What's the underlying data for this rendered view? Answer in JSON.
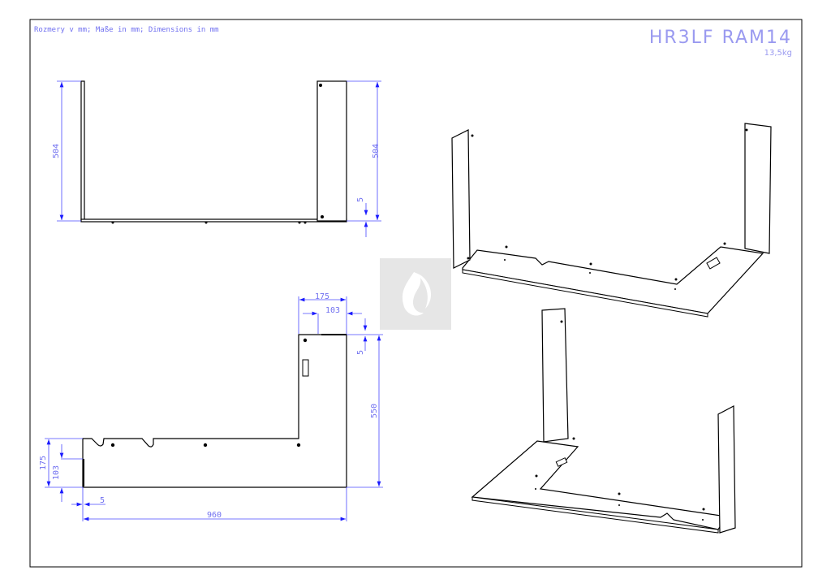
{
  "sheet": {
    "note": "Rozmery v mm; Maße in mm; Dimensions in mm",
    "title": "HR3LF RAM14",
    "weight": "13,5kg"
  },
  "front_view": {
    "dim_left_height": "504",
    "dim_right_height": "504",
    "dim_offset": "5"
  },
  "plan_view": {
    "dim_top_width_outer": "175",
    "dim_top_width_inner": "103",
    "dim_top_offset": "5",
    "dim_right_height": "550",
    "dim_left_outer": "175",
    "dim_left_inner": "103",
    "dim_bottom_offset": "5",
    "dim_total_width": "960"
  },
  "colors": {
    "dimension": "#4a4aff",
    "text": "#7070f0",
    "outline": "#000000",
    "logo_bg": "#e6e6e6"
  }
}
